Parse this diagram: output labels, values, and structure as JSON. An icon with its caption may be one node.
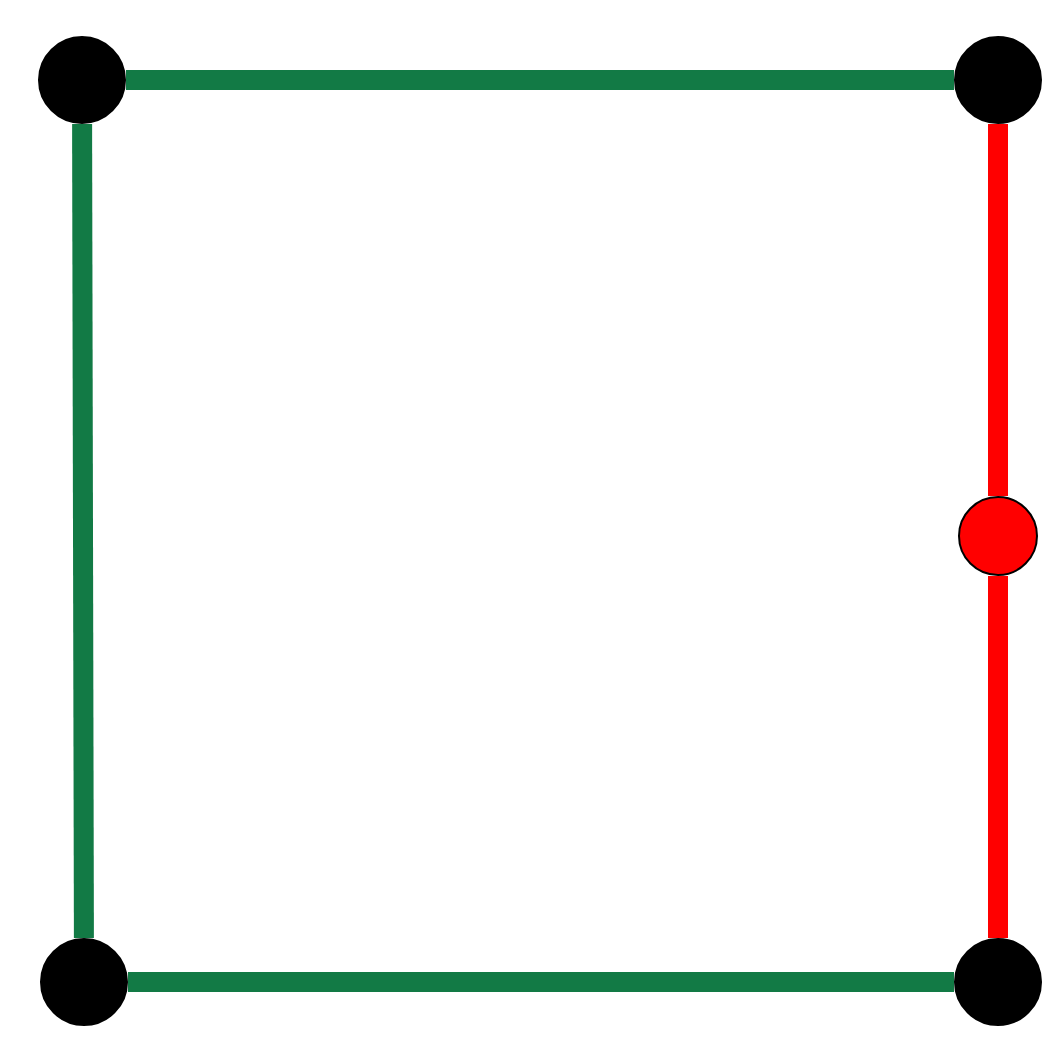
{
  "diagram": {
    "nodes": [
      {
        "text": [],
        "shape": "circle"
      },
      {
        "text": [],
        "shape": "circle"
      },
      {
        "text": [],
        "shape": "circle"
      },
      {
        "text": [],
        "shape": "circle"
      },
      {
        "text": [],
        "shape": "circle"
      }
    ],
    "edges": [
      {
        "from": 0,
        "to": 1,
        "arrow": "none"
      },
      {
        "from": 0,
        "to": 3,
        "arrow": "none"
      },
      {
        "from": 3,
        "to": 4,
        "arrow": "none"
      },
      {
        "from": 1,
        "to": 2,
        "arrow": "none",
        "color": "#ff0000"
      },
      {
        "from": 2,
        "to": 4,
        "arrow": "none",
        "color": "#ff0000"
      }
    ]
  }
}
